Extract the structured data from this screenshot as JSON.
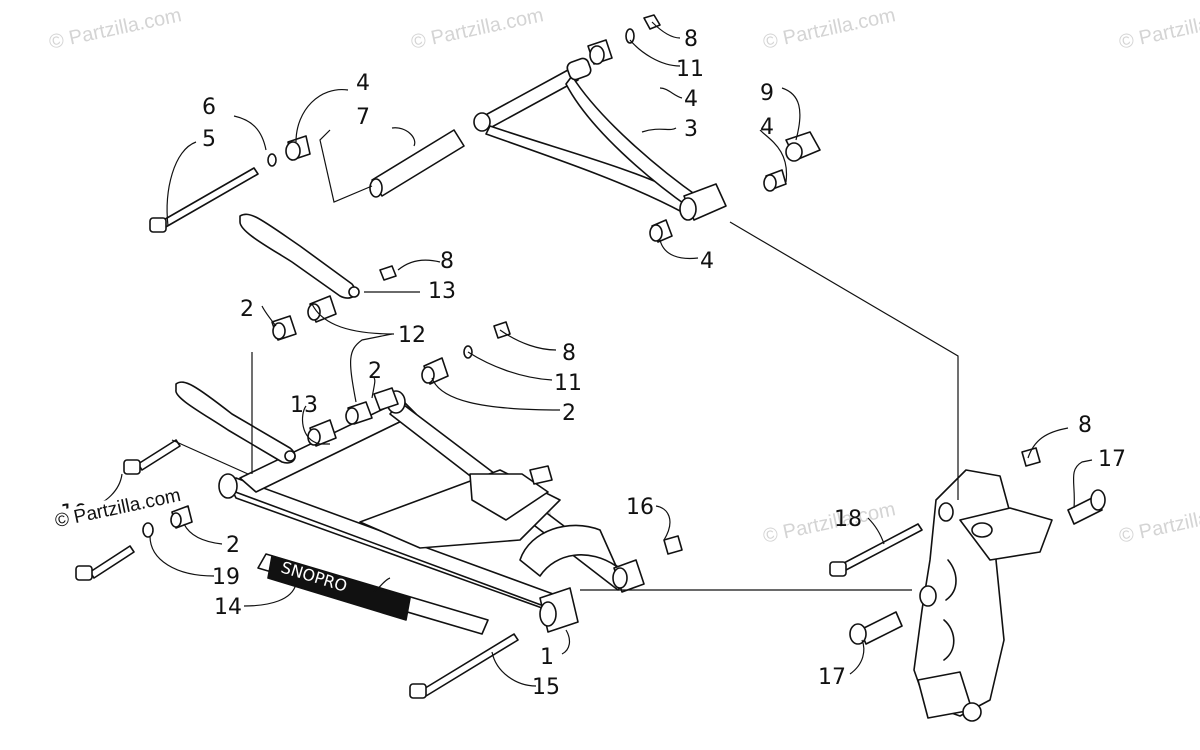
{
  "watermark": {
    "text": "© Partzilla.com",
    "dark_text": "© Partzilla.com"
  },
  "callouts": [
    {
      "id": "c1",
      "label": "1"
    },
    {
      "id": "c2a",
      "label": "2"
    },
    {
      "id": "c2b",
      "label": "2"
    },
    {
      "id": "c2c",
      "label": "2"
    },
    {
      "id": "c2d",
      "label": "2"
    },
    {
      "id": "c3",
      "label": "3"
    },
    {
      "id": "c4a",
      "label": "4"
    },
    {
      "id": "c4b",
      "label": "4"
    },
    {
      "id": "c4c",
      "label": "4"
    },
    {
      "id": "c4d",
      "label": "4"
    },
    {
      "id": "c5",
      "label": "5"
    },
    {
      "id": "c6",
      "label": "6"
    },
    {
      "id": "c7",
      "label": "7"
    },
    {
      "id": "c8a",
      "label": "8"
    },
    {
      "id": "c8b",
      "label": "8"
    },
    {
      "id": "c8c",
      "label": "8"
    },
    {
      "id": "c8d",
      "label": "8"
    },
    {
      "id": "c9",
      "label": "9"
    },
    {
      "id": "c10",
      "label": "10"
    },
    {
      "id": "c11a",
      "label": "11"
    },
    {
      "id": "c11b",
      "label": "11"
    },
    {
      "id": "c12",
      "label": "12"
    },
    {
      "id": "c13a",
      "label": "13"
    },
    {
      "id": "c13b",
      "label": "13"
    },
    {
      "id": "c14",
      "label": "14"
    },
    {
      "id": "c15",
      "label": "15"
    },
    {
      "id": "c16",
      "label": "16"
    },
    {
      "id": "c17a",
      "label": "17"
    },
    {
      "id": "c17b",
      "label": "17"
    },
    {
      "id": "c18",
      "label": "18"
    },
    {
      "id": "c19",
      "label": "19"
    }
  ],
  "decal": {
    "text": "SNOPRO"
  },
  "colors": {
    "ink": "#111111",
    "watermark": "#d4d4d4",
    "background": "#ffffff"
  }
}
